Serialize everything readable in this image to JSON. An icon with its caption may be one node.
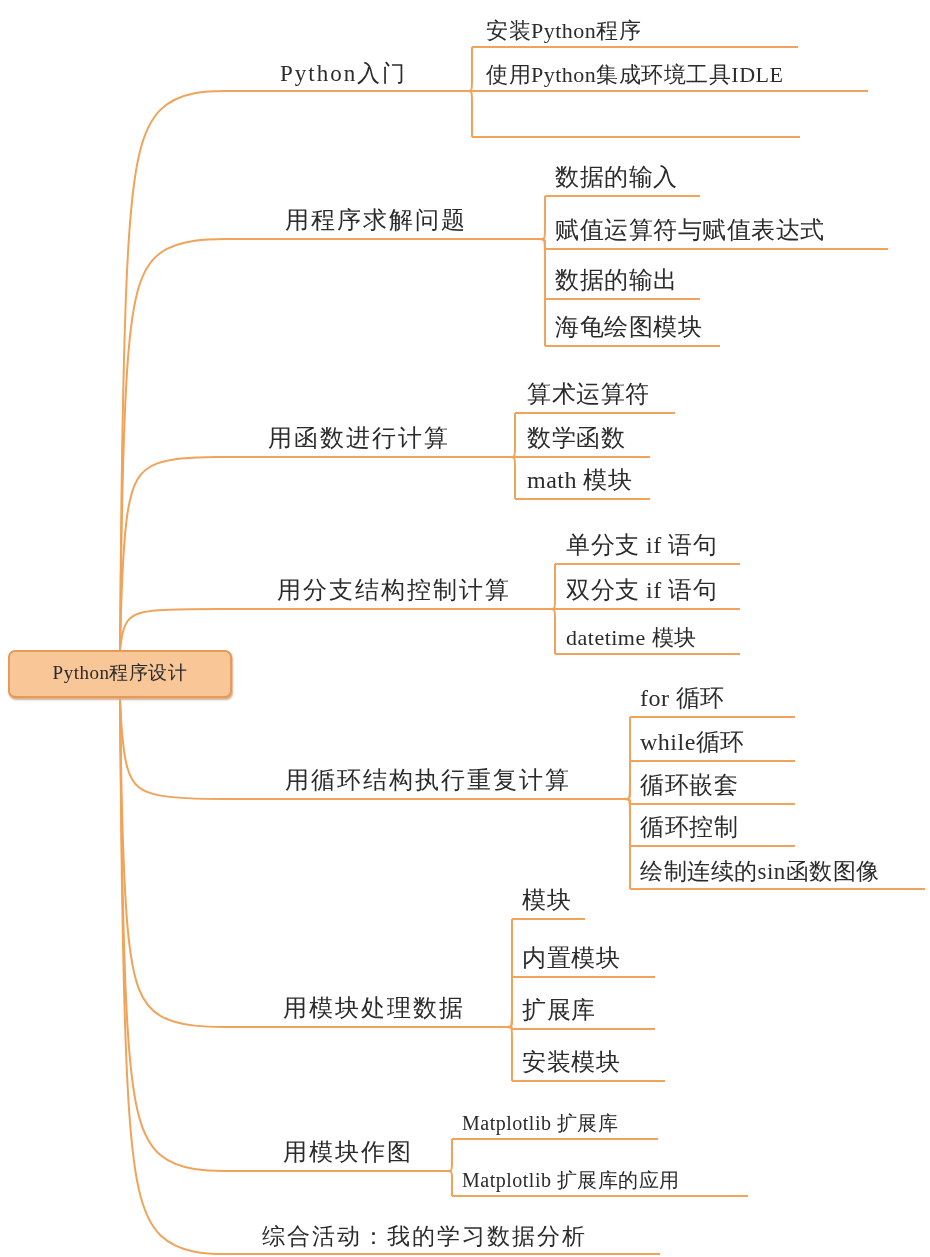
{
  "diagram": {
    "nodes": [
      {
        "text": [
          "Python程序设计"
        ]
      },
      {
        "text": [
          "Python入门"
        ]
      },
      {
        "text": [
          "安装Python程序"
        ]
      },
      {
        "text": [
          "使用Python集成环境工具IDLE"
        ]
      },
      {
        "text": [],
        "shape": "bar"
      },
      {
        "text": [
          "用程序求解问题"
        ]
      },
      {
        "text": [
          "数据的输入"
        ]
      },
      {
        "text": [
          "赋值运算符与赋值表达式"
        ]
      },
      {
        "text": [
          "数据的输出"
        ]
      },
      {
        "text": [
          "海龟绘图模块"
        ]
      },
      {
        "text": [
          "用函数进行计算"
        ]
      },
      {
        "text": [
          "算术运算符"
        ]
      },
      {
        "text": [
          "数学函数"
        ]
      },
      {
        "text": [
          "math 模块"
        ]
      },
      {
        "text": [
          "用分支结构控制计算"
        ]
      },
      {
        "text": [
          "单分支 if 语句"
        ]
      },
      {
        "text": [
          "双分支 if 语句"
        ]
      },
      {
        "text": [
          "datetime 模块"
        ]
      },
      {
        "text": [
          "用循环结构执行重复计算"
        ]
      },
      {
        "text": [
          "for 循环"
        ]
      },
      {
        "text": [
          "while循环"
        ]
      },
      {
        "text": [
          "循环嵌套"
        ]
      },
      {
        "text": [
          "循环控制"
        ]
      },
      {
        "text": [
          "绘制连续的sin函数图像"
        ]
      },
      {
        "text": [
          "用模块处理数据"
        ]
      },
      {
        "text": [
          "模块"
        ]
      },
      {
        "text": [
          "内置模块"
        ]
      },
      {
        "text": [
          "扩展库"
        ]
      },
      {
        "text": [
          "安装模块"
        ]
      },
      {
        "text": [
          "用模块作图"
        ]
      },
      {
        "text": [
          "Matplotlib 扩展库"
        ]
      },
      {
        "text": [
          "Matplotlib 扩展库的应用"
        ]
      },
      {
        "text": [
          "综合活动：我的学习数据分析"
        ]
      }
    ],
    "edges": [
      {
        "from": 0,
        "to": 1,
        "arrow": "none"
      },
      {
        "from": 0,
        "to": 5,
        "arrow": "none"
      },
      {
        "from": 0,
        "to": 10,
        "arrow": "none"
      },
      {
        "from": 0,
        "to": 14,
        "arrow": "none"
      },
      {
        "from": 0,
        "to": 18,
        "arrow": "none"
      },
      {
        "from": 0,
        "to": 24,
        "arrow": "none"
      },
      {
        "from": 0,
        "to": 29,
        "arrow": "none"
      },
      {
        "from": 0,
        "to": 32,
        "arrow": "none"
      },
      {
        "from": 1,
        "to": 2,
        "arrow": "none"
      },
      {
        "from": 1,
        "to": 3,
        "arrow": "none"
      },
      {
        "from": 1,
        "to": 4,
        "arrow": "none"
      },
      {
        "from": 5,
        "to": 6,
        "arrow": "none"
      },
      {
        "from": 5,
        "to": 7,
        "arrow": "none"
      },
      {
        "from": 5,
        "to": 8,
        "arrow": "none"
      },
      {
        "from": 5,
        "to": 9,
        "arrow": "none"
      },
      {
        "from": 10,
        "to": 11,
        "arrow": "none"
      },
      {
        "from": 10,
        "to": 12,
        "arrow": "none"
      },
      {
        "from": 10,
        "to": 13,
        "arrow": "none"
      },
      {
        "from": 14,
        "to": 15,
        "arrow": "none"
      },
      {
        "from": 14,
        "to": 16,
        "arrow": "none"
      },
      {
        "from": 14,
        "to": 17,
        "arrow": "none"
      },
      {
        "from": 18,
        "to": 19,
        "arrow": "none"
      },
      {
        "from": 18,
        "to": 20,
        "arrow": "none"
      },
      {
        "from": 18,
        "to": 21,
        "arrow": "none"
      },
      {
        "from": 18,
        "to": 22,
        "arrow": "none"
      },
      {
        "from": 18,
        "to": 23,
        "arrow": "none"
      },
      {
        "from": 24,
        "to": 25,
        "arrow": "none"
      },
      {
        "from": 24,
        "to": 26,
        "arrow": "none"
      },
      {
        "from": 24,
        "to": 27,
        "arrow": "none"
      },
      {
        "from": 24,
        "to": 28,
        "arrow": "none"
      },
      {
        "from": 29,
        "to": 30,
        "arrow": "none"
      },
      {
        "from": 29,
        "to": 31,
        "arrow": "none"
      }
    ]
  }
}
